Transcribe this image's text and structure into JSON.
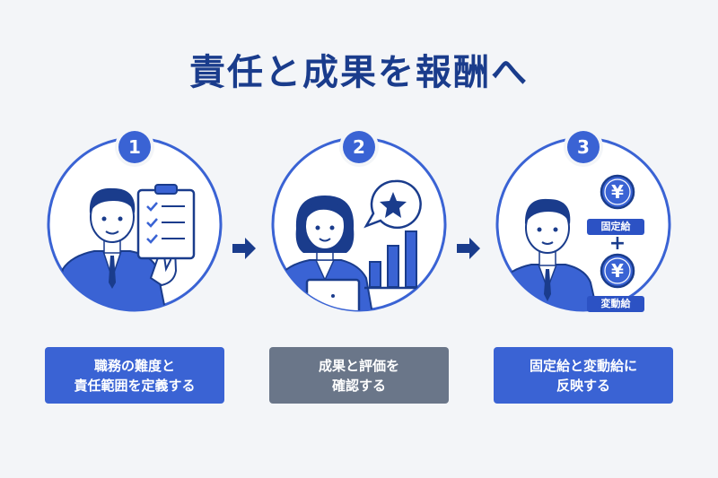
{
  "title": "責任と成果を報酬へ",
  "steps": [
    {
      "number": "1",
      "caption_line1": "職務の難度と",
      "caption_line2": "責任範囲を定義する"
    },
    {
      "number": "2",
      "caption_line1": "成果と評価を",
      "caption_line2": "確認する"
    },
    {
      "number": "3",
      "caption_line1": "固定給と変動給に",
      "caption_line2": "反映する"
    }
  ],
  "step3_labels": {
    "yen_symbol": "¥",
    "plus": "+",
    "fixed_pay": "固定給",
    "variable_pay": "変動給"
  },
  "colors": {
    "primary": "#3a63d4",
    "dark_blue": "#1a3c8c",
    "caption_gray": "#6a7689",
    "background": "#f3f5f8"
  },
  "icons": [
    "clipboard-checklist-icon",
    "star-speech-bubble-icon",
    "bar-chart-icon",
    "laptop-icon",
    "yen-coin-icon",
    "arrow-right-icon"
  ]
}
